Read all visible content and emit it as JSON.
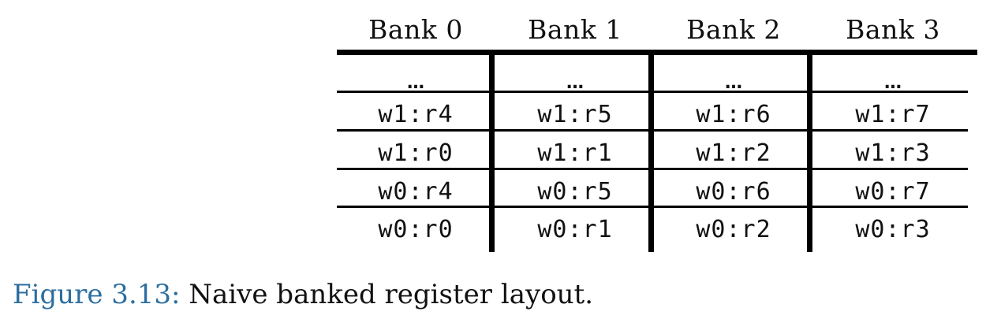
{
  "diagram": {
    "banks": [
      "Bank 0",
      "Bank 1",
      "Bank 2",
      "Bank 3"
    ],
    "rows": [
      [
        "…",
        "…",
        "…",
        "…"
      ],
      [
        "w1:r4",
        "w1:r5",
        "w1:r6",
        "w1:r7"
      ],
      [
        "w1:r0",
        "w1:r1",
        "w1:r2",
        "w1:r3"
      ],
      [
        "w0:r4",
        "w0:r5",
        "w0:r6",
        "w0:r7"
      ],
      [
        "w0:r0",
        "w0:r1",
        "w0:r2",
        "w0:r3"
      ]
    ]
  },
  "caption": {
    "label": "Figure 3.13:",
    "text": " Naive banked register layout."
  },
  "colors": {
    "caption_label": "#2c6ea0",
    "lines": "#000000",
    "text": "#111111"
  }
}
